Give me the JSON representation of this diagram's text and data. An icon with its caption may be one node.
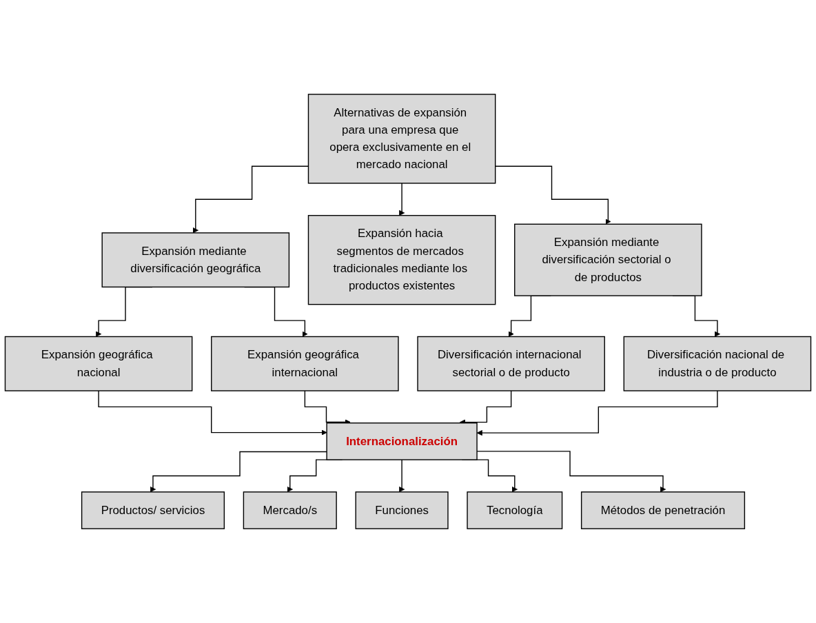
{
  "diagram": {
    "nodes": [
      {
        "text": [
          "Alternativas de expansión para una empresa que opera exclusivamente en el mercado nacional"
        ]
      },
      {
        "text": [
          "Expansión mediante diversificación geográfica"
        ]
      },
      {
        "text": [
          "Expansión hacia segmentos de mercados tradicionales mediante los productos existentes"
        ]
      },
      {
        "text": [
          "Expansión mediante diversificación sectorial o de productos"
        ]
      },
      {
        "text": [
          "Expansión geográfica nacional"
        ]
      },
      {
        "text": [
          "Expansión geográfica internacional"
        ]
      },
      {
        "text": [
          "Diversificación internacional sectorial o de producto"
        ]
      },
      {
        "text": [
          "Diversificación nacional de industria o de producto"
        ]
      },
      {
        "text": [
          "Internacionalización"
        ]
      },
      {
        "text": [
          "Productos/ servicios"
        ]
      },
      {
        "text": [
          "Mercado/s"
        ]
      },
      {
        "text": [
          "Funciones"
        ]
      },
      {
        "text": [
          "Tecnología"
        ]
      },
      {
        "text": [
          "Métodos de penetración"
        ]
      }
    ],
    "edges": [
      {
        "from": 0,
        "to": 1,
        "arrow": "to"
      },
      {
        "from": 0,
        "to": 2,
        "arrow": "to"
      },
      {
        "from": 0,
        "to": 3,
        "arrow": "to"
      },
      {
        "from": 1,
        "to": 4,
        "arrow": "to"
      },
      {
        "from": 1,
        "to": 5,
        "arrow": "to"
      },
      {
        "from": 3,
        "to": 6,
        "arrow": "to"
      },
      {
        "from": 3,
        "to": 7,
        "arrow": "to"
      },
      {
        "from": 4,
        "to": 8,
        "arrow": "to"
      },
      {
        "from": 5,
        "to": 8,
        "arrow": "to"
      },
      {
        "from": 6,
        "to": 8,
        "arrow": "to"
      },
      {
        "from": 7,
        "to": 8,
        "arrow": "to"
      },
      {
        "from": 8,
        "to": 9,
        "arrow": "to"
      },
      {
        "from": 8,
        "to": 10,
        "arrow": "to"
      },
      {
        "from": 8,
        "to": 11,
        "arrow": "to"
      },
      {
        "from": 8,
        "to": 12,
        "arrow": "to"
      },
      {
        "from": 8,
        "to": 13,
        "arrow": "to"
      }
    ]
  }
}
